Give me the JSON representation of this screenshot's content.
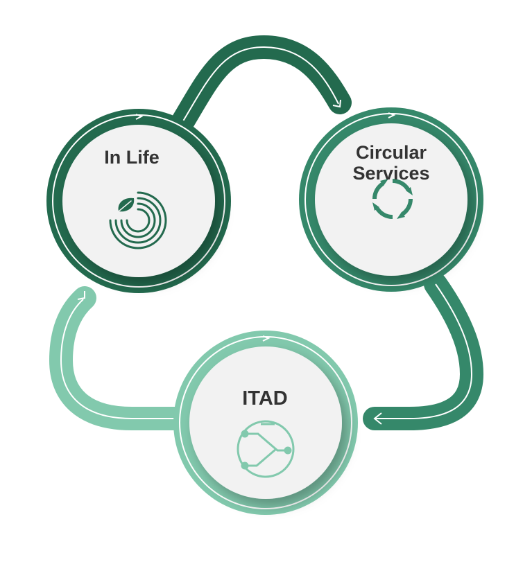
{
  "nodes": [
    {
      "id": "in-life",
      "label": "In Life",
      "icon": "leaf-rings-icon"
    },
    {
      "id": "circular-services",
      "label_lines": [
        "Circular",
        "Services"
      ],
      "icon": "refresh-arrows-icon"
    },
    {
      "id": "itad",
      "label": "ITAD",
      "icon": "circuit-icon"
    }
  ],
  "colors": {
    "dark_green": "#236a4e",
    "mid_green": "#35886a",
    "light_green": "#82c9ad",
    "circle_fill": "#f2f2f2",
    "label_text": "#333333"
  }
}
